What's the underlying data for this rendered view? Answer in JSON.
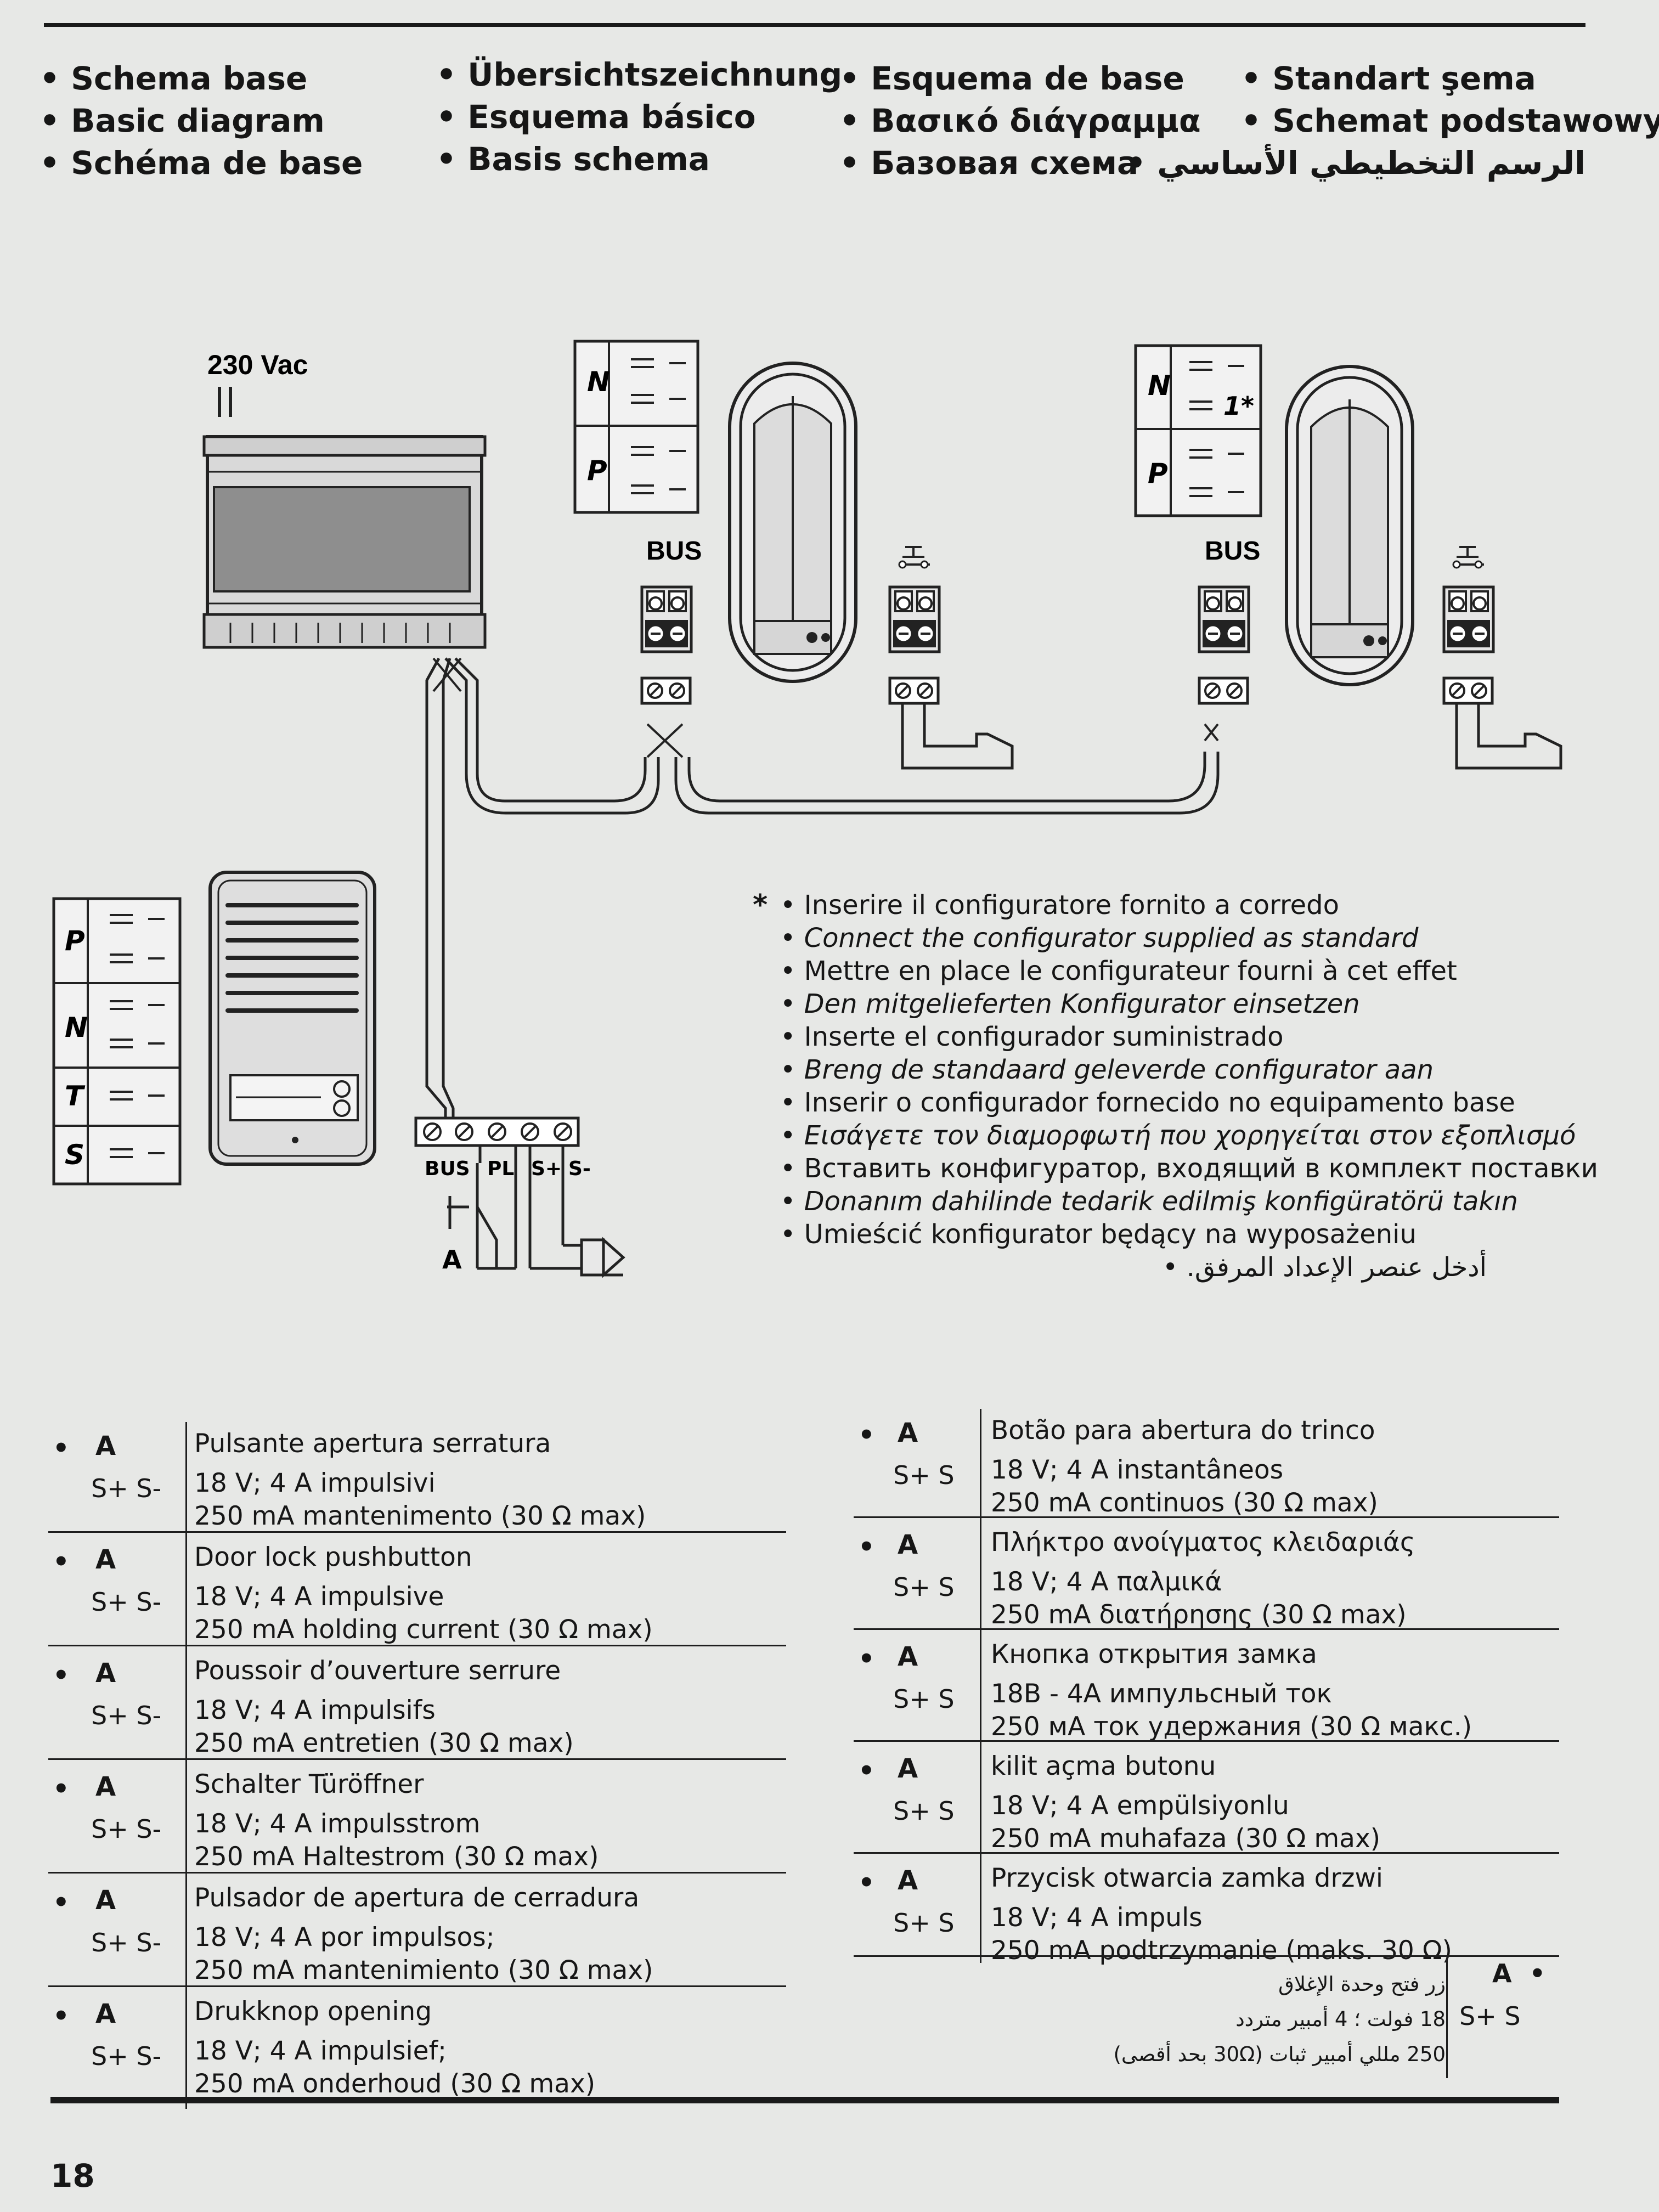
{
  "titles": {
    "col1": [
      "Schema base",
      "Basic diagram",
      "Schéma de base"
    ],
    "col2": [
      "Übersichtszeichnung",
      "Esquema básico",
      "Basis schema"
    ],
    "col3": [
      "Esquema de base",
      "Βασικό διάγραμμα",
      "Базовая схема"
    ],
    "col4": [
      "Standart şema",
      "Schemat podstawowy",
      "الرسم التخطيطي الأساسي"
    ]
  },
  "diagram": {
    "power_label": "230 Vac",
    "bus_label_1": "BUS",
    "bus_label_2": "BUS",
    "panel1": [
      "N",
      "P"
    ],
    "panel2": [
      "N",
      "P"
    ],
    "panel2_mark": "1*",
    "panel3": [
      "P",
      "N",
      "T",
      "S"
    ],
    "terminal_labels": [
      "BUS",
      "PL",
      "S+",
      "S-"
    ],
    "a_label": "A",
    "eq": "= –"
  },
  "note": {
    "star": "*",
    "lines": [
      "Inserire il configuratore fornito a corredo",
      "Connect the configurator supplied as standard",
      "Mettre en place le configurateur fourni à cet effet",
      "Den mitgelieferten Konfigurator einsetzen",
      "Inserte el configurador suministrado",
      "Breng de standaard geleverde configurator aan",
      "Inserir o configurador fornecido no equipamento base",
      "Εισάγετε τον διαμορφωτή που χορηγείται στον εξοπλισμό",
      "Вставить конфигуратор, входящий в комплект поставки",
      "Donanım dahilinde tedarik edilmiş konfigüratörü takın",
      "Umieścić konfigurator będący na wyposażeniu",
      "أدخل عنصر الإعداد المرفق."
    ]
  },
  "specs_left": [
    {
      "a": "A",
      "s": "S+ S-",
      "lines": [
        "Pulsante apertura serratura",
        "18 V; 4 A impulsivi",
        "250 mA mantenimento (30 Ω max)"
      ]
    },
    {
      "a": "A",
      "s": "S+ S-",
      "lines": [
        "Door lock pushbutton",
        "18 V; 4 A impulsive",
        "250 mA holding current (30 Ω max)"
      ]
    },
    {
      "a": "A",
      "s": "S+ S-",
      "lines": [
        "Poussoir d’ouverture serrure",
        "18 V; 4 A impulsifs",
        "250 mA entretien (30 Ω max)"
      ]
    },
    {
      "a": "A",
      "s": "S+ S-",
      "lines": [
        "Schalter Türöffner",
        "18 V; 4 A impulsstrom",
        "250 mA Haltestrom (30 Ω max)"
      ]
    },
    {
      "a": "A",
      "s": "S+ S-",
      "lines": [
        "Pulsador de apertura de cerradura",
        "18 V; 4 A por impulsos;",
        "250 mA mantenimiento (30 Ω max)"
      ]
    },
    {
      "a": "A",
      "s": "S+ S-",
      "lines": [
        "Drukknop opening",
        "18 V; 4 A impulsief;",
        "250 mA onderhoud (30 Ω max)"
      ]
    }
  ],
  "specs_right": [
    {
      "a": "A",
      "s": "S+ S",
      "lines": [
        "Botão para abertura do trinco",
        "18 V; 4 A instantâneos",
        "250 mA continuos (30 Ω max)"
      ]
    },
    {
      "a": "A",
      "s": "S+ S",
      "lines": [
        "Πλήκτρο ανοίγματος κλειδαριάς",
        "18 V; 4 A παλμικά",
        "250 mA διατήρησης (30 Ω max)"
      ]
    },
    {
      "a": "A",
      "s": "S+ S",
      "lines": [
        "Кнопка открытия замка",
        "18В - 4А импульсный ток",
        "250 мА ток удержания (30 Ω макс.)"
      ]
    },
    {
      "a": "A",
      "s": "S+ S",
      "lines": [
        "kilit açma butonu",
        "18 V; 4 A empülsiyonlu",
        "250 mA muhafaza (30 Ω max)"
      ]
    },
    {
      "a": "A",
      "s": "S+ S",
      "lines": [
        "Przycisk otwarcia zamka drzwi",
        "18 V; 4 A impuls",
        "250 mA podtrzymanie (maks. 30 Ω)"
      ]
    }
  ],
  "spec_arabic": {
    "a": "A",
    "s": "S+ S",
    "lines": [
      "زر فتح وحدة الإغلاق",
      "18 فولت ؛ 4 أمبير متردد",
      "250 مللي أمبير ثبات (30Ω بحد أقصى)"
    ]
  },
  "page_number": "18"
}
